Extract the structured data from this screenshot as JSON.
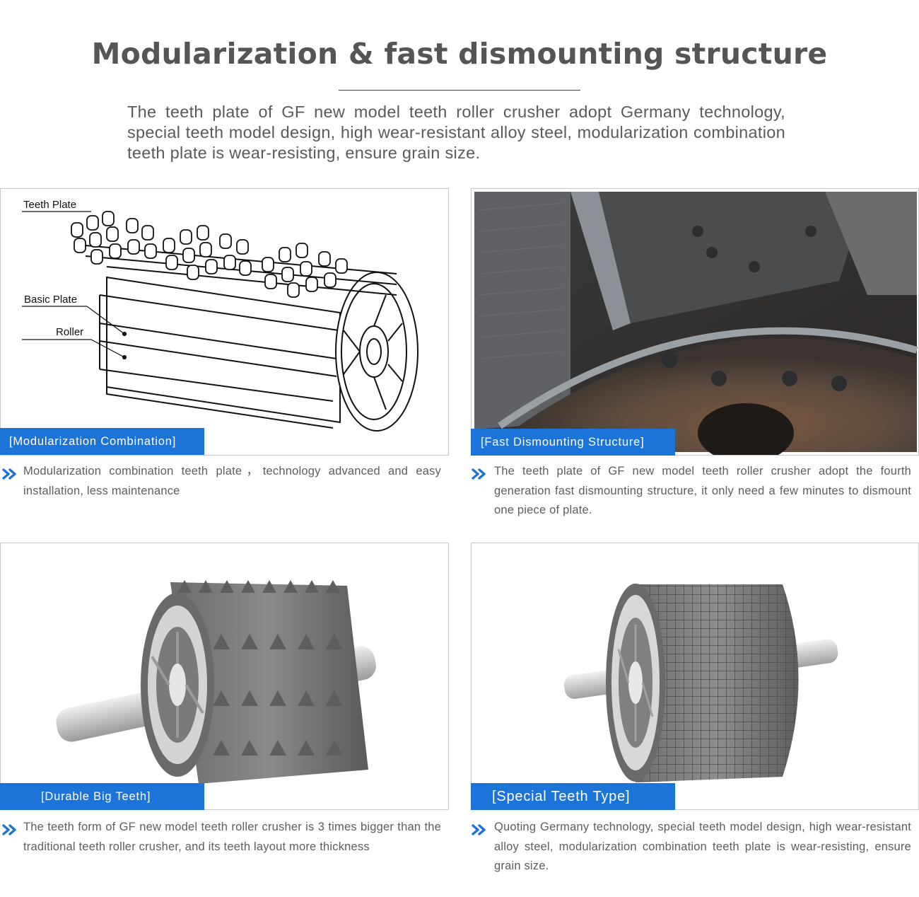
{
  "header": {
    "title": "Modularization & fast dismounting structure",
    "intro": "The teeth plate of GF new model teeth roller crusher adopt Germany technology, special teeth model design, high wear-resistant alloy steel, modularization combination teeth plate is wear-resisting, ensure grain size."
  },
  "panels": [
    {
      "diagram_labels": {
        "teeth_plate": "Teeth Plate",
        "basic_plate": "Basic Plate",
        "roller": "Roller"
      },
      "tag": "[Modularization Combination]",
      "description": "Modularization combination teeth plate，technology advanced and easy installation, less maintenance"
    },
    {
      "tag": "[Fast Dismounting Structure]",
      "description": "The teeth plate of GF new model teeth roller crusher adopt the fourth generation fast dismounting structure, it only need a few minutes to dismount one piece of plate."
    },
    {
      "tag": "[Durable Big Teeth]",
      "description": "The teeth form of GF new model teeth roller crusher is 3 times bigger than the traditional teeth roller crusher, and its teeth layout more thickness"
    },
    {
      "tag": "[Special Teeth Type]",
      "description": "Quoting Germany technology, special teeth model design, high wear-resistant alloy steel, modularization combination teeth plate is wear-resisting, ensure grain size."
    }
  ],
  "colors": {
    "accent": "#1c74d8",
    "text": "#5e5e5e",
    "border": "#c8c8c8"
  },
  "icons": {
    "bullet": "double-chevron-right-icon"
  }
}
